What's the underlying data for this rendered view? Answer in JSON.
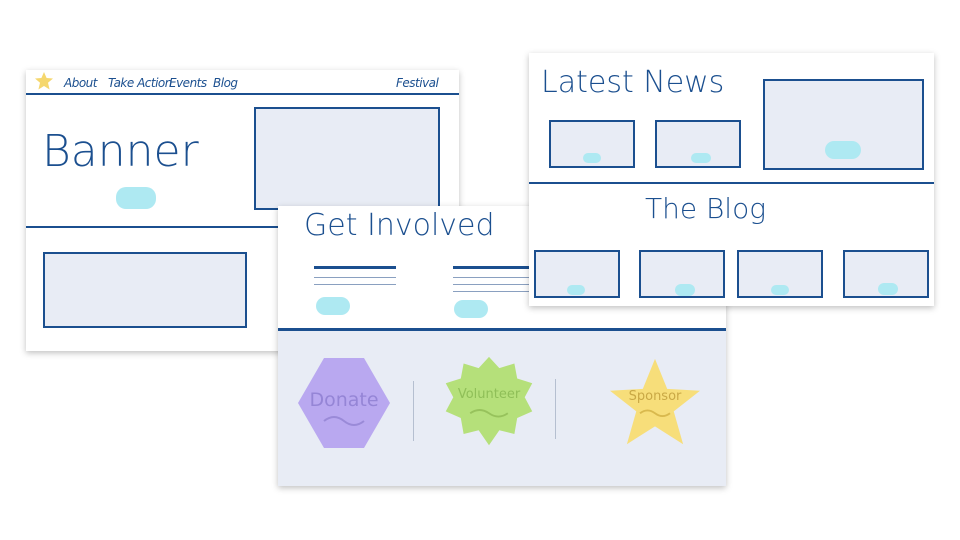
{
  "landing": {
    "nav": {
      "links": [
        "About",
        "Take Action",
        "Events",
        "Blog"
      ],
      "right_link": "Festival"
    },
    "banner_text": "Banner"
  },
  "get_involved": {
    "title": "Get Involved",
    "actions": [
      {
        "label": "Donate",
        "color": "#b9a8f0"
      },
      {
        "label": "Volunteer",
        "color": "#b5e07a"
      },
      {
        "label": "Sponsor",
        "color": "#f7de7a"
      }
    ]
  },
  "news": {
    "latest_title": "Latest News",
    "blog_title": "The Blog"
  },
  "colors": {
    "stroke": "#1b4f8f",
    "box_fill": "#e8ecf5",
    "button": "#aee9f2",
    "star": "#f5d76e"
  }
}
